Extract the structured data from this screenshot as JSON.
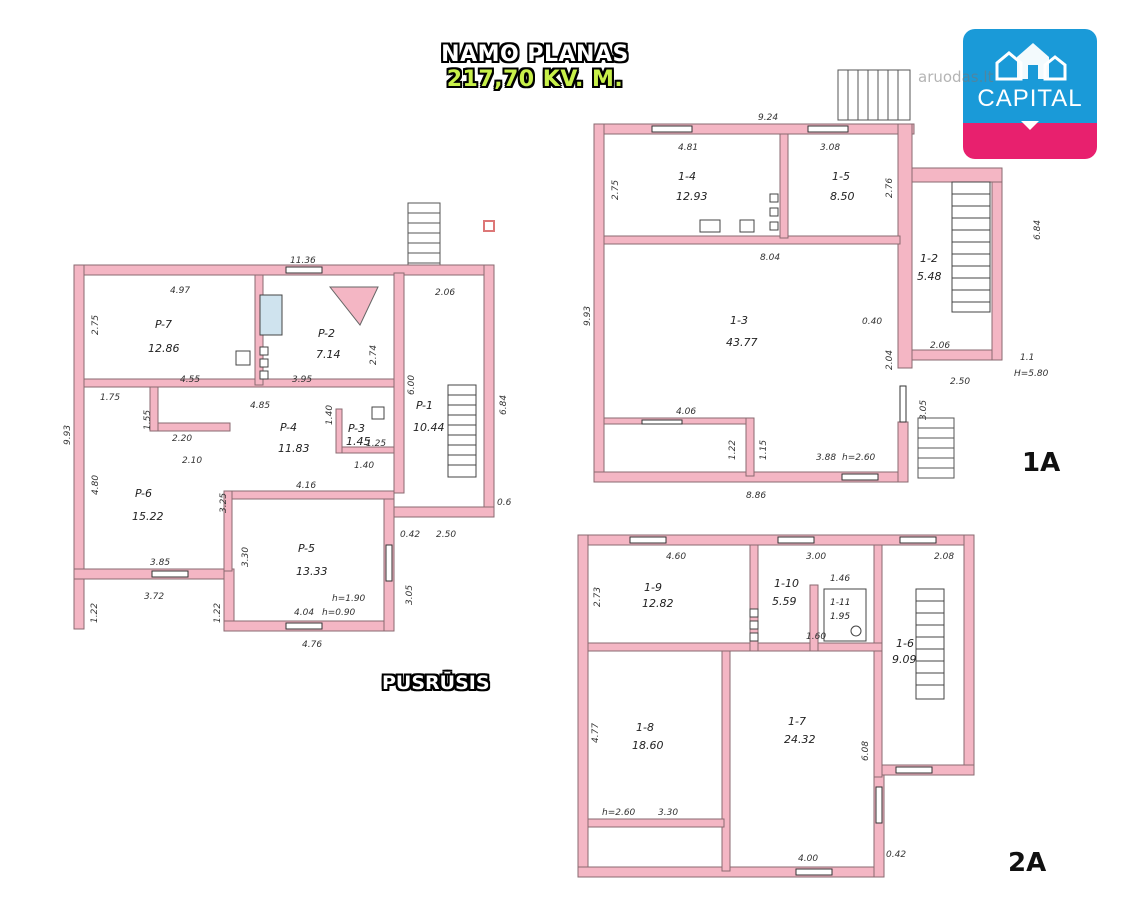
{
  "header": {
    "title": "NAMO PLANAS",
    "area": "217,70 KV. M."
  },
  "brand": {
    "name": "CAPITAL",
    "watermark": "aruodas.lt",
    "colors": {
      "blue": "#1a9ad8",
      "pink": "#e8206e"
    }
  },
  "floors": {
    "basement": {
      "label": "PUSRŪSIS",
      "rooms": [
        {
          "name": "P-7",
          "area": "12.86"
        },
        {
          "name": "P-2",
          "area": "7.14"
        },
        {
          "name": "P-1",
          "area": "10.44"
        },
        {
          "name": "P-4",
          "area": "11.83"
        },
        {
          "name": "P-3",
          "area": "1.45"
        },
        {
          "name": "P-6",
          "area": "15.22"
        },
        {
          "name": "P-5",
          "area": "13.33"
        }
      ],
      "dims": [
        "11.36",
        "4.97",
        "2.06",
        "2.75",
        "2.74",
        "4.55",
        "3.95",
        "4.85",
        "1.75",
        "1.55",
        "2.20",
        "2.10",
        "1.40",
        "1.25",
        "1.40",
        "9.93",
        "6.84",
        "6.00",
        "4.80",
        "3.25",
        "3.30",
        "4.16",
        "3.85",
        "3.72",
        "1.22",
        "1.22",
        "4.76",
        "h=1.90",
        "4.04",
        "h=0.90",
        "3.05",
        "2.50",
        "0.42",
        "0.6"
      ]
    },
    "first": {
      "label": "1A",
      "rooms": [
        {
          "name": "1-4",
          "area": "12.93"
        },
        {
          "name": "1-5",
          "area": "8.50"
        },
        {
          "name": "1-3",
          "area": "43.77"
        },
        {
          "name": "1-2",
          "area": "5.48"
        }
      ],
      "dims": [
        "9.24",
        "4.81",
        "3.08",
        "2.75",
        "2.76",
        "8.04",
        "9.93",
        "6.84",
        "0.40",
        "2.04",
        "2.06",
        "4.06",
        "1.22",
        "1.15",
        "3.88",
        "h=2.60",
        "8.86",
        "2.50",
        "3.05",
        "1.1",
        "H=5.80"
      ]
    },
    "second": {
      "label": "2A",
      "rooms": [
        {
          "name": "1-9",
          "area": "12.82"
        },
        {
          "name": "1-10",
          "area": "5.59"
        },
        {
          "name": "1-11",
          "area": "1.95"
        },
        {
          "name": "1-6",
          "area": "9.09"
        },
        {
          "name": "1-8",
          "area": "18.60"
        },
        {
          "name": "1-7",
          "area": "24.32"
        }
      ],
      "dims": [
        "4.60",
        "3.00",
        "2.08",
        "1.46",
        "2.73",
        "1.60",
        "4.77",
        "6.08",
        "h=2.60",
        "3.30",
        "4.00",
        "0.42"
      ]
    }
  }
}
